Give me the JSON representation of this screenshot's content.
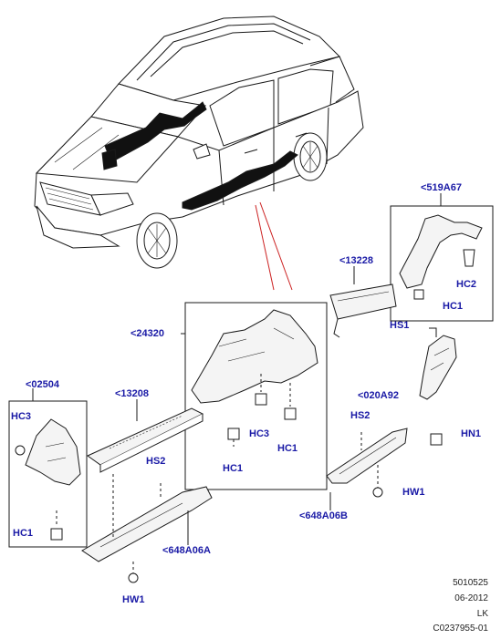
{
  "labels": {
    "part_519A67": "<519A67",
    "part_13228": "<13228",
    "part_24320": "<24320",
    "part_02504": "<02504",
    "part_13208": "<13208",
    "part_020A92": "<020A92",
    "part_648A06A": "<648A06A",
    "part_648A06B": "<648A06B",
    "hc1_pillar": "HC1",
    "hc2_pillar": "HC2",
    "hs1": "HS1",
    "hc1_24320_a": "HC1",
    "hc3_24320": "HC3",
    "hc1_24320_b": "HC1",
    "hc3_02504": "HC3",
    "hc1_02504": "HC1",
    "hs2_left": "HS2",
    "hs2_right": "HS2",
    "hn1": "HN1",
    "hw1_right": "HW1",
    "hw1_left": "HW1"
  },
  "footer": {
    "line1": "5010525",
    "line2": "06-2012",
    "line3": "LK",
    "line4": "C0237955-01"
  },
  "colors": {
    "label": "#1a1aa6",
    "leader": "#cc2222",
    "line": "#1a1a1a",
    "part_fill": "#f4f4f4"
  }
}
